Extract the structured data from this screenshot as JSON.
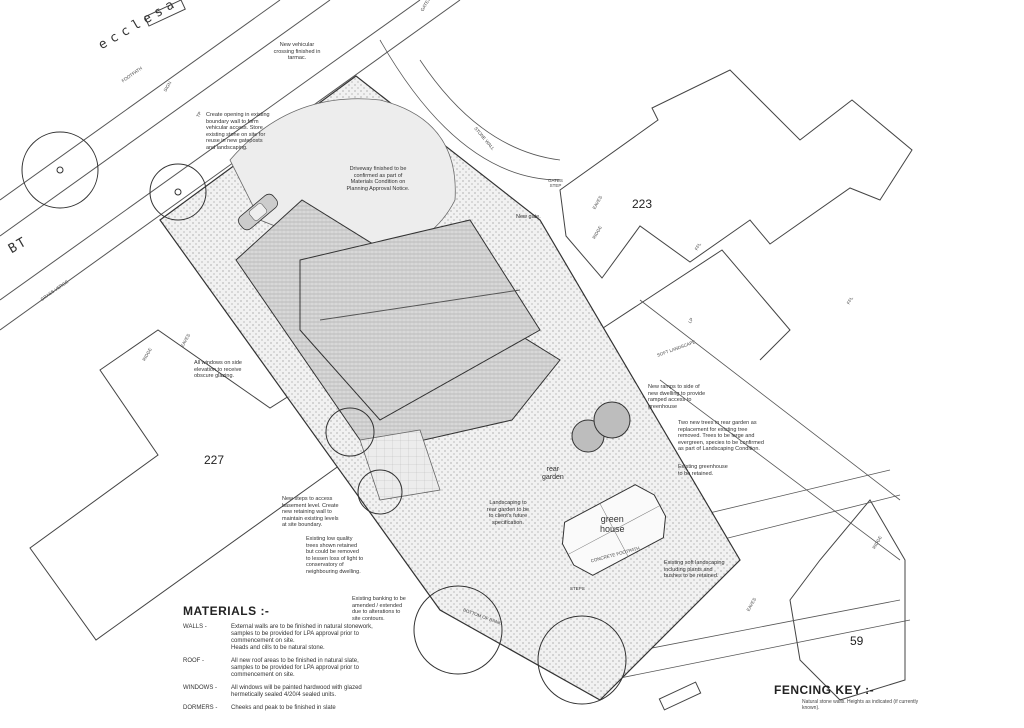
{
  "road": {
    "name": "ecclesa",
    "bt": "BT"
  },
  "plots": {
    "left": "227",
    "right": "223",
    "bottom_right": "59"
  },
  "plan_labels": {
    "sign": "SIGN",
    "tp": "TP",
    "gates": "GATES",
    "eaves_left": "EAVES",
    "ridge_left": "RIDGE",
    "eaves_223": "EAVES",
    "ridge_223": "RIDGE",
    "ffl_1": "FFL",
    "ffl_2": "FFL",
    "lp": "LP",
    "eaves_59": "EAVES",
    "ridge_59": "RIDGE",
    "rear_garden": "rear\ngarden",
    "green_house": "green\nhouse",
    "gates_step": "GATES\nSTEP",
    "stone_wall": "STONE WALL",
    "grass_verge": "GRASS VERGE",
    "footpath": "FOOTPATH"
  },
  "annotations": {
    "new_vehicular": "New vehicular\ncrossing finished in\ntarmac.",
    "create_opening": "Create opening in existing\nboundary wall to form\nvehicular access. Store\nexisting stone on site for\nreuse in new gateposts\nand landscaping.",
    "driveway": "Driveway finished to be\nconfirmed as part of\nMaterials Condition on\nPlanning Approval Notice.",
    "new_gate": "New gate.",
    "windows_side": "All windows on side\nelevation to receive\nobscure glazing.",
    "new_ramps": "New ramps to side of\nnew dwelling to provide\nramped access to\ngreenhouse",
    "two_trees": "Two new trees in rear garden as\nreplacement for existing tree\nremoved. Trees to be large and\nevergreen, species to be confirmed\nas part of Landscaping Condition.",
    "existing_greenhouse": "Existing greenhouse\nto be retained.",
    "landscaping": "Landscaping to\nrear garden to be\nto client's future\nspecification.",
    "new_steps": "New steps to access\nbasement level. Create\nnew retaining wall to\nmaintain existing levels\nat site boundary.",
    "low_quality_trees": "Existing low quality\ntrees shown retained\nbut could be removed\nto lessen loss of light to\nconservatory of\nneighbouring dwelling.",
    "existing_banking": "Existing banking to be\namended / extended\ndue to alterations to\nsite contours.",
    "existing_soft": "Existing soft landscaping\nincluding plants and\nbushes to be retained.",
    "bottom_of_bank": "BOTTOM OF BANK",
    "soft_landscape": "SOFT LANDSCAPE",
    "steps": "STEPS",
    "concrete_footpath": "CONCRETE FOOTPATH"
  },
  "materials": {
    "title": "MATERIALS :-",
    "rows": [
      {
        "key": "WALLS -",
        "value": "External walls are to be finished in natural stonework, samples to be provided for LPA approval prior to commencement on site.\nHeads and cills to be natural stone."
      },
      {
        "key": "ROOF -",
        "value": "All new roof areas to be finished in natural slate, samples to be provided for LPA approval prior to commencement on site."
      },
      {
        "key": "WINDOWS -",
        "value": "All windows will be painted hardwood with glazed hermetically sealed 4/20/4 sealed units."
      },
      {
        "key": "DORMERS -",
        "value": "Cheeks and peak to be finished in slate"
      }
    ]
  },
  "fencing": {
    "title": "FENCING KEY :-",
    "text": "Natural stone walls. Heights as indicated (if currently known)."
  },
  "colors": {
    "line": "#3a3a3a",
    "fill_light": "#e6e6e6",
    "fill_mid": "#cfcfcf",
    "paper": "#ffffff"
  }
}
